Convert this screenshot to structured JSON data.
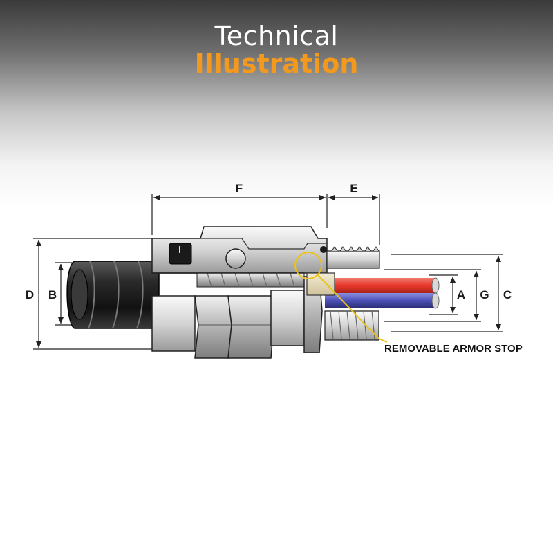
{
  "header": {
    "title_line1": "Technical",
    "title_line2": "Illustration",
    "accent_color": "#f39a1e"
  },
  "dimensions": {
    "A": "A",
    "B": "B",
    "C": "C",
    "D": "D",
    "E": "E",
    "F": "F",
    "G": "G"
  },
  "callout": {
    "label": "REMOVABLE ARMOR STOP",
    "color": "#e9c21c"
  },
  "wires": {
    "red": "#e8392c",
    "blue": "#4a4fb5"
  }
}
